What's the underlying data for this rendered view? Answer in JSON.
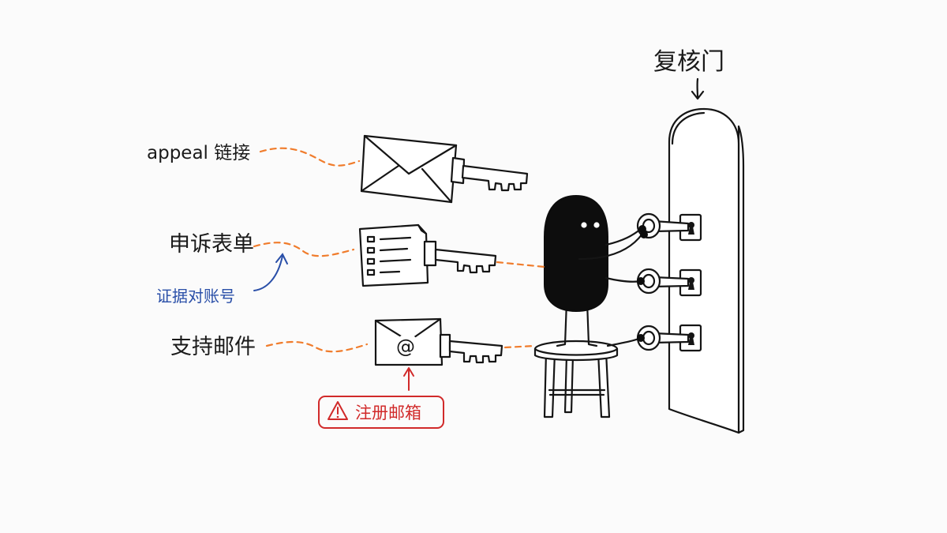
{
  "door": {
    "title": "复核门"
  },
  "channels": [
    {
      "label": "appeal 链接",
      "kind": "envelope"
    },
    {
      "label": "申诉表单",
      "kind": "form"
    },
    {
      "label": "支持邮件",
      "kind": "email"
    }
  ],
  "notes": {
    "form_note": "证据对账号",
    "email_warning": "注册邮箱",
    "email_symbol": "@"
  },
  "colors": {
    "dash_orange": "#f07c2c",
    "note_blue": "#2a4fa8",
    "warning_red": "#d12a2a",
    "ink": "#151515"
  },
  "icons": [
    "envelope-icon",
    "form-icon",
    "email-at-icon",
    "key-icon",
    "warning-triangle-icon",
    "keyhole-icon",
    "door-icon",
    "stool-icon",
    "character-icon"
  ]
}
